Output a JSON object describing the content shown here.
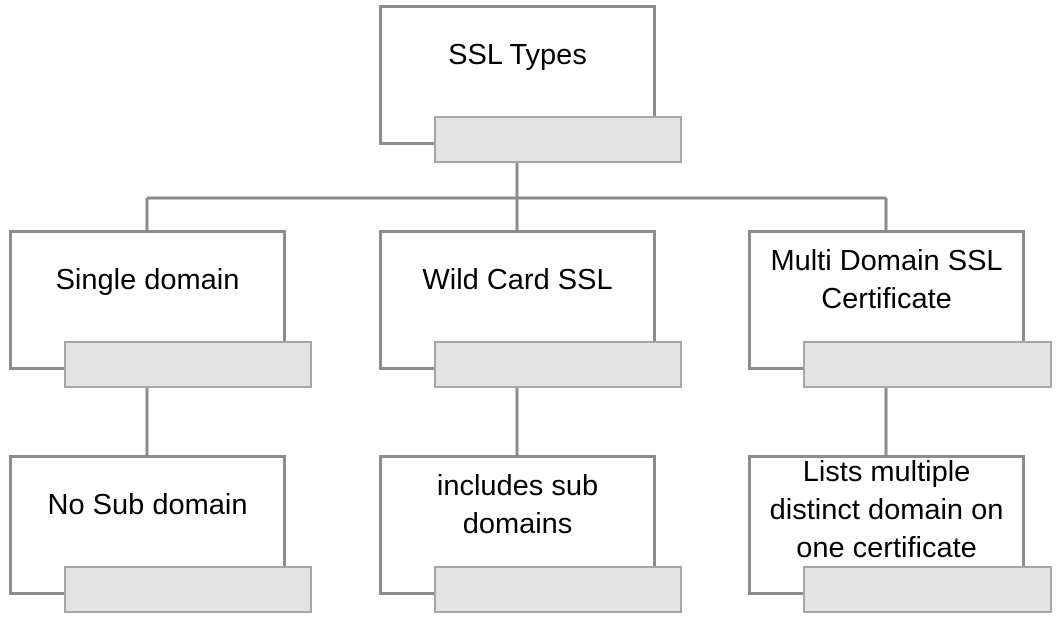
{
  "diagram": {
    "root": {
      "label": "SSL Types"
    },
    "types": [
      {
        "label": "Single domain",
        "detail": "No Sub domain"
      },
      {
        "label": "Wild Card SSL",
        "detail": "includes sub domains"
      },
      {
        "label": "Multi Domain SSL Certificate",
        "detail": "Lists multiple distinct domain on one certificate"
      }
    ],
    "colors": {
      "box_border": "#8c8c8c",
      "tab_fill": "#e3e3e3",
      "tab_border": "#a6a6a6",
      "connector": "#8c8c8c"
    }
  }
}
